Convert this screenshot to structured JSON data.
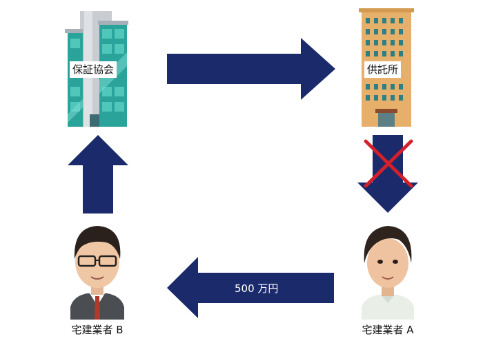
{
  "diagram": {
    "nodes": {
      "association": {
        "label": "保証協会",
        "icon": "teal-office-building-icon"
      },
      "depository": {
        "label": "供託所",
        "icon": "tan-office-building-icon"
      },
      "agent_a": {
        "label": "宅建業者 A",
        "icon": "young-man-avatar-icon"
      },
      "agent_b": {
        "label": "宅建業者 B",
        "icon": "man-with-glasses-avatar-icon"
      }
    },
    "edges": {
      "top": {
        "from": "保証協会",
        "to": "供託所"
      },
      "right": {
        "from": "供託所",
        "to": "宅建業者 A",
        "crossed_out": true
      },
      "bottom": {
        "from": "宅建業者 A",
        "to": "宅建業者 B",
        "label": "500 万円"
      },
      "left": {
        "from": "宅建業者 B",
        "to": "保証協会"
      }
    },
    "colors": {
      "arrow": "#1b2a6b",
      "cross": "#d4202a",
      "teal_building": "#2aa39a",
      "tan_building": "#e6b06a"
    }
  }
}
